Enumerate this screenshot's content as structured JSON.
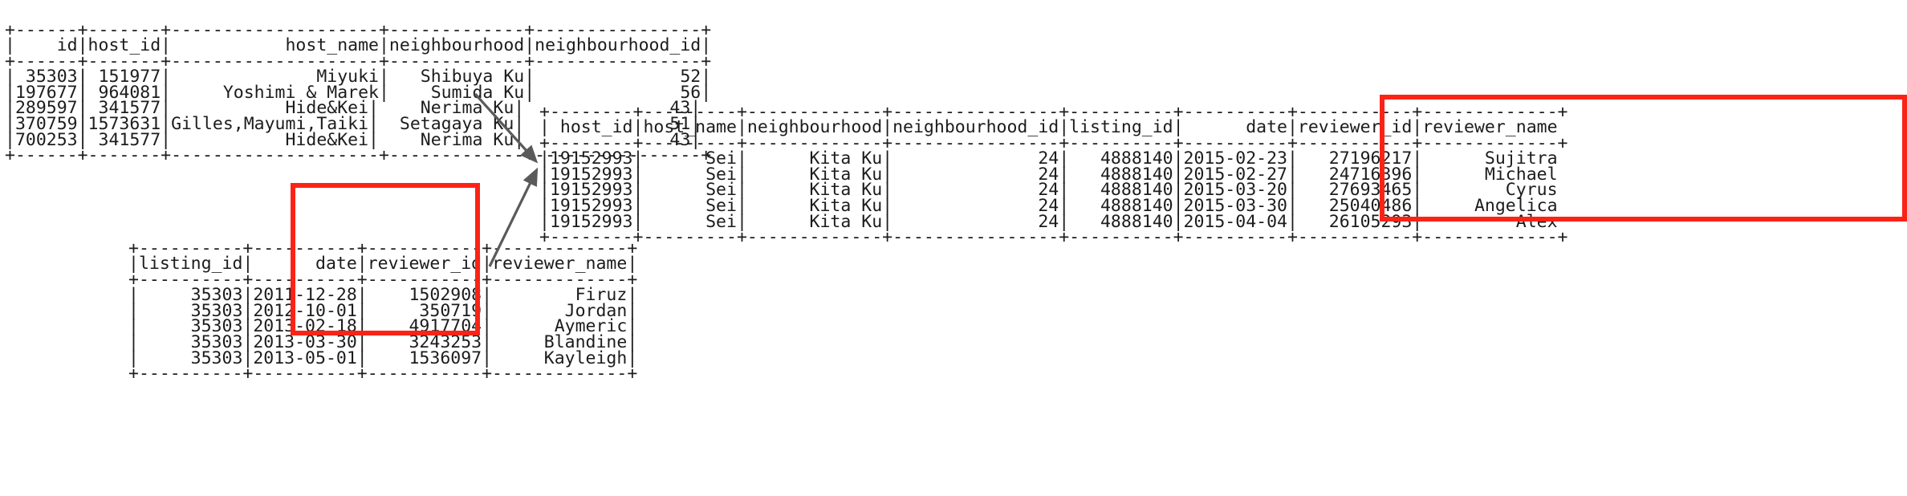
{
  "tables": {
    "listings": {
      "name": "listings-table",
      "headers": [
        "id",
        "host_id",
        "host_name",
        "neighbourhood",
        "neighbourhood_id"
      ],
      "text": "+------+-------+--------------------+-------------+----------------+\n|    id|host_id|           host_name|neighbourhood|neighbourhood_id|\n+------+-------+--------------------+-------------+----------------+\n| 35303| 151977|              Miyuki|   Shibuya Ku|              52|\n|197677| 964081|     Yoshimi & Marek|    Sumida Ku|              56|\n|289597| 341577|           Hide&Kei|    Nerima Ku|              43|\n|370759|1573631|Gilles,Mayumi,Taiki|  Setagaya Ku|              51|\n|700253| 341577|           Hide&Kei|    Nerima Ku|              43|\n+------+-------+--------------------+-------------+----------------+",
      "rows": [
        {
          "id": "35303",
          "host_id": "151977",
          "host_name": "Miyuki",
          "neighbourhood": "Shibuya Ku",
          "neighbourhood_id": "52"
        },
        {
          "id": "197677",
          "host_id": "964081",
          "host_name": "Yoshimi & Marek",
          "neighbourhood": "Sumida Ku",
          "neighbourhood_id": "56"
        },
        {
          "id": "289597",
          "host_id": "341577",
          "host_name": "Hide&Kei",
          "neighbourhood": "Nerima Ku",
          "neighbourhood_id": "43"
        },
        {
          "id": "370759",
          "host_id": "1573631",
          "host_name": "Gilles,Mayumi,Taiki",
          "neighbourhood": "Setagaya Ku",
          "neighbourhood_id": "51"
        },
        {
          "id": "700253",
          "host_id": "341577",
          "host_name": "Hide&Kei",
          "neighbourhood": "Nerima Ku",
          "neighbourhood_id": "43"
        }
      ]
    },
    "reviews": {
      "name": "reviews-table",
      "headers": [
        "listing_id",
        "date",
        "reviewer_id",
        "reviewer_name"
      ],
      "text": "+----------+----------+-----------+-------------+\n|listing_id|      date|reviewer_id|reviewer_name|\n+----------+----------+-----------+-------------+\n|     35303|2011-12-28|    1502908|        Firuz|\n|     35303|2012-10-01|     350719|       Jordan|\n|     35303|2013-02-18|    4917704|      Aymeric|\n|     35303|2013-03-30|    3243253|     Blandine|\n|     35303|2013-05-01|    1536097|     Kayleigh|\n+----------+----------+-----------+-------------+",
      "rows": [
        {
          "listing_id": "35303",
          "date": "2011-12-28",
          "reviewer_id": "1502908",
          "reviewer_name": "Firuz"
        },
        {
          "listing_id": "35303",
          "date": "2012-10-01",
          "reviewer_id": "350719",
          "reviewer_name": "Jordan"
        },
        {
          "listing_id": "35303",
          "date": "2013-02-18",
          "reviewer_id": "4917704",
          "reviewer_name": "Aymeric"
        },
        {
          "listing_id": "35303",
          "date": "2013-03-30",
          "reviewer_id": "3243253",
          "reviewer_name": "Blandine"
        },
        {
          "listing_id": "35303",
          "date": "2013-05-01",
          "reviewer_id": "1536097",
          "reviewer_name": "Kayleigh"
        }
      ]
    },
    "joined": {
      "name": "joined-result-table",
      "headers": [
        "host_id",
        "host_name",
        "neighbourhood",
        "neighbourhood_id",
        "listing_id",
        "date",
        "reviewer_id",
        "reviewer_name"
      ],
      "text": "+--------+---------+-------------+----------------+----------+----------+-----------+-------------+\n| host_id|host_name|neighbourhood|neighbourhood_id|listing_id|      date|reviewer_id|reviewer_name\n+--------+---------+-------------+----------------+----------+----------+-----------+-------------+\n|19152993|      Sei|      Kita Ku|              24|   4888140|2015-02-23|   27196217|      Sujitra\n|19152993|      Sei|      Kita Ku|              24|   4888140|2015-02-27|   24716396|      Michael\n|19152993|      Sei|      Kita Ku|              24|   4888140|2015-03-20|   27693465|        Cyrus\n|19152993|      Sei|      Kita Ku|              24|   4888140|2015-03-30|   25040486|     Angelica\n|19152993|      Sei|      Kita Ku|              24|   4888140|2015-04-04|   26105293|         Alex\n+--------+---------+-------------+----------------+----------+----------+-----------+-------------+",
      "rows": [
        {
          "host_id": "19152993",
          "host_name": "Sei",
          "neighbourhood": "Kita Ku",
          "neighbourhood_id": "24",
          "listing_id": "4888140",
          "date": "2015-02-23",
          "reviewer_id": "27196217",
          "reviewer_name": "Sujitra"
        },
        {
          "host_id": "19152993",
          "host_name": "Sei",
          "neighbourhood": "Kita Ku",
          "neighbourhood_id": "24",
          "listing_id": "4888140",
          "date": "2015-02-27",
          "reviewer_id": "24716396",
          "reviewer_name": "Michael"
        },
        {
          "host_id": "19152993",
          "host_name": "Sei",
          "neighbourhood": "Kita Ku",
          "neighbourhood_id": "24",
          "listing_id": "4888140",
          "date": "2015-03-20",
          "reviewer_id": "27693465",
          "reviewer_name": "Cyrus"
        },
        {
          "host_id": "19152993",
          "host_name": "Sei",
          "neighbourhood": "Kita Ku",
          "neighbourhood_id": "24",
          "listing_id": "4888140",
          "date": "2015-03-30",
          "reviewer_id": "25040486",
          "reviewer_name": "Angelica"
        },
        {
          "host_id": "19152993",
          "host_name": "Sei",
          "neighbourhood": "Kita Ku",
          "neighbourhood_id": "24",
          "listing_id": "4888140",
          "date": "2015-04-04",
          "reviewer_id": "26105293",
          "reviewer_name": "Alex"
        }
      ]
    }
  },
  "annotations": {
    "highlight_color": "#fb2316",
    "arrow_color": "#5a5a5a",
    "boxes": [
      {
        "name": "reviews-reviewer-columns-highlight",
        "label": "reviewer_id / reviewer_name"
      },
      {
        "name": "joined-reviewer-columns-highlight",
        "label": "reviewer_id / reviewer_name"
      }
    ],
    "arrows": [
      {
        "name": "arrow-listings-to-joined",
        "from": "listings-table",
        "to": "joined-result-table"
      },
      {
        "name": "arrow-reviews-to-joined",
        "from": "reviews-table",
        "to": "joined-result-table"
      }
    ]
  }
}
